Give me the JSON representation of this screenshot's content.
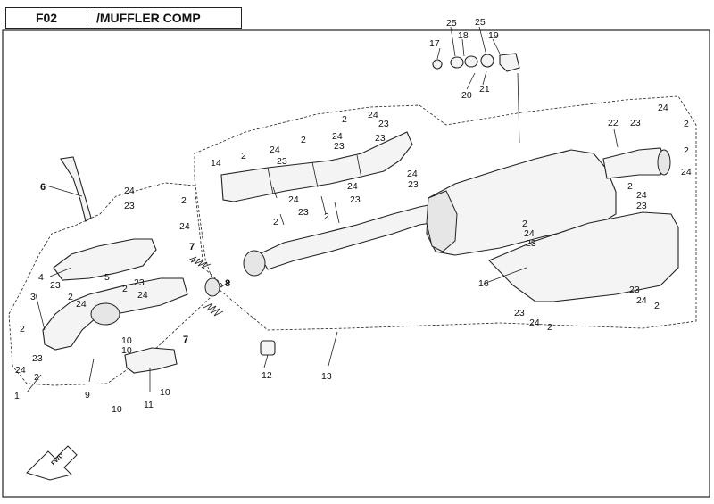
{
  "header": {
    "code": "F02",
    "title": "/MUFFLER COMP"
  },
  "direction_badge": "FWD",
  "callouts": [
    {
      "id": "c17",
      "text": "17"
    },
    {
      "id": "c25a",
      "text": "25"
    },
    {
      "id": "c18",
      "text": "18"
    },
    {
      "id": "c25b",
      "text": "25"
    },
    {
      "id": "c19",
      "text": "19"
    },
    {
      "id": "c20",
      "text": "20"
    },
    {
      "id": "c21",
      "text": "21"
    },
    {
      "id": "c22",
      "text": "22"
    },
    {
      "id": "c23a",
      "text": "23"
    },
    {
      "id": "c24a",
      "text": "24"
    },
    {
      "id": "c2a",
      "text": "2"
    },
    {
      "id": "c2b",
      "text": "2"
    },
    {
      "id": "c24b",
      "text": "24"
    },
    {
      "id": "c2c",
      "text": "2"
    },
    {
      "id": "c23b",
      "text": "23"
    },
    {
      "id": "c24c",
      "text": "24"
    },
    {
      "id": "c2d",
      "text": "2"
    },
    {
      "id": "c24d",
      "text": "24"
    },
    {
      "id": "c23c",
      "text": "23"
    },
    {
      "id": "c23d",
      "text": "23"
    },
    {
      "id": "c14",
      "text": "14"
    },
    {
      "id": "c24e",
      "text": "24"
    },
    {
      "id": "c23e",
      "text": "23"
    },
    {
      "id": "c2e",
      "text": "2"
    },
    {
      "id": "c24f",
      "text": "24"
    },
    {
      "id": "c23f",
      "text": "23"
    },
    {
      "id": "c24g",
      "text": "24"
    },
    {
      "id": "c23g",
      "text": "23"
    },
    {
      "id": "c24h",
      "text": "24"
    },
    {
      "id": "c23h",
      "text": "23"
    },
    {
      "id": "c2f",
      "text": "2"
    },
    {
      "id": "c2g",
      "text": "2"
    },
    {
      "id": "c2h",
      "text": "2"
    },
    {
      "id": "c24i",
      "text": "24"
    },
    {
      "id": "c23i",
      "text": "23"
    },
    {
      "id": "c2i",
      "text": "2"
    },
    {
      "id": "c24j",
      "text": "24"
    },
    {
      "id": "c23j",
      "text": "23"
    },
    {
      "id": "c16",
      "text": "16"
    },
    {
      "id": "c23k",
      "text": "23"
    },
    {
      "id": "c24k",
      "text": "24"
    },
    {
      "id": "c2j",
      "text": "2"
    },
    {
      "id": "c23l",
      "text": "23"
    },
    {
      "id": "c24l",
      "text": "24"
    },
    {
      "id": "c2k",
      "text": "2"
    },
    {
      "id": "c6",
      "text": "6"
    },
    {
      "id": "c24m",
      "text": "24"
    },
    {
      "id": "c2l",
      "text": "2"
    },
    {
      "id": "c23m",
      "text": "23"
    },
    {
      "id": "c24n",
      "text": "24"
    },
    {
      "id": "c4",
      "text": "4"
    },
    {
      "id": "c5",
      "text": "5"
    },
    {
      "id": "c23n",
      "text": "23"
    },
    {
      "id": "c2m",
      "text": "2"
    },
    {
      "id": "c24o",
      "text": "24"
    },
    {
      "id": "c2n",
      "text": "2"
    },
    {
      "id": "c23o",
      "text": "23"
    },
    {
      "id": "c24p",
      "text": "24"
    },
    {
      "id": "c7a",
      "text": "7"
    },
    {
      "id": "c8",
      "text": "8"
    },
    {
      "id": "c7b",
      "text": "7"
    },
    {
      "id": "c3",
      "text": "3"
    },
    {
      "id": "c2o",
      "text": "2"
    },
    {
      "id": "c23p",
      "text": "23"
    },
    {
      "id": "c24q",
      "text": "24"
    },
    {
      "id": "c2p",
      "text": "2"
    },
    {
      "id": "c1",
      "text": "1"
    },
    {
      "id": "c9",
      "text": "9"
    },
    {
      "id": "c10a",
      "text": "10"
    },
    {
      "id": "c10b",
      "text": "10"
    },
    {
      "id": "c10c",
      "text": "10"
    },
    {
      "id": "c10d",
      "text": "10"
    },
    {
      "id": "c11",
      "text": "11"
    },
    {
      "id": "c12",
      "text": "12"
    },
    {
      "id": "c13",
      "text": "13"
    }
  ]
}
